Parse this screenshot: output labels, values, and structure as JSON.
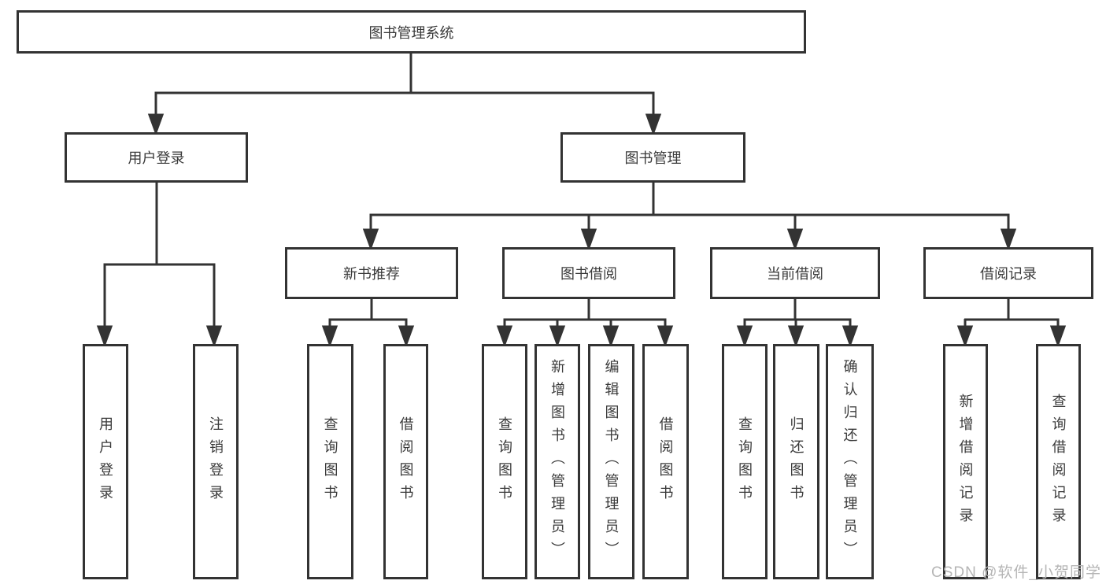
{
  "diagram": {
    "title": "图书管理系统",
    "root": {
      "label": "图书管理系统"
    },
    "level2": [
      {
        "label": "用户登录"
      },
      {
        "label": "图书管理"
      }
    ],
    "level3": [
      {
        "label": "新书推荐"
      },
      {
        "label": "图书借阅"
      },
      {
        "label": "当前借阅"
      },
      {
        "label": "借阅记录"
      }
    ],
    "leaves": [
      {
        "label": "用户登录",
        "parent": "用户登录"
      },
      {
        "label": "注销登录",
        "parent": "用户登录"
      },
      {
        "label": "查询图书",
        "parent": "新书推荐"
      },
      {
        "label": "借阅图书",
        "parent": "新书推荐"
      },
      {
        "label": "查询图书",
        "parent": "图书借阅"
      },
      {
        "label": "新增图书（管理员）",
        "parent": "图书借阅"
      },
      {
        "label": "编辑图书（管理员）",
        "parent": "图书借阅"
      },
      {
        "label": "借阅图书",
        "parent": "图书借阅"
      },
      {
        "label": "查询图书",
        "parent": "当前借阅"
      },
      {
        "label": "归还图书",
        "parent": "当前借阅"
      },
      {
        "label": "确认归还（管理员）",
        "parent": "当前借阅"
      },
      {
        "label": "新增借阅记录",
        "parent": "借阅记录"
      },
      {
        "label": "查询借阅记录",
        "parent": "借阅记录"
      }
    ],
    "watermark": "CSDN @软件_小贺同学",
    "colors": {
      "line": "#333333",
      "text": "#3a3a3a",
      "watermark": "#b5b5b5",
      "background": "#ffffff"
    }
  }
}
